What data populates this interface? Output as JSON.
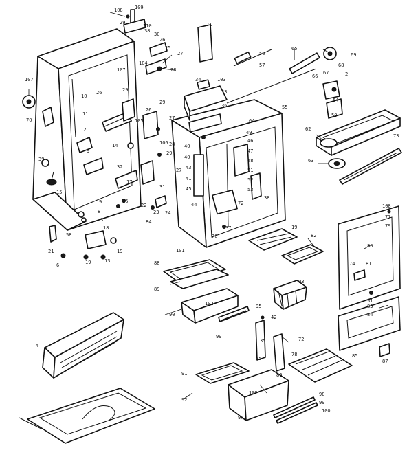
{
  "callouts": [
    {
      "id": "c108",
      "text": "108"
    },
    {
      "id": "c109",
      "text": "109"
    },
    {
      "id": "c110",
      "text": "110"
    },
    {
      "id": "c38a",
      "text": "38"
    },
    {
      "id": "c29a",
      "text": "29"
    },
    {
      "id": "c30a",
      "text": "30"
    },
    {
      "id": "c26a",
      "text": "26"
    },
    {
      "id": "c25a",
      "text": "25"
    },
    {
      "id": "c27a",
      "text": "27"
    },
    {
      "id": "c104",
      "text": "104"
    },
    {
      "id": "c28a",
      "text": "28"
    },
    {
      "id": "c71",
      "text": "71"
    },
    {
      "id": "c56",
      "text": "56"
    },
    {
      "id": "c57",
      "text": "57"
    },
    {
      "id": "c65",
      "text": "65"
    },
    {
      "id": "c68",
      "text": "68"
    },
    {
      "id": "c69",
      "text": "69"
    },
    {
      "id": "c67",
      "text": "67"
    },
    {
      "id": "c66",
      "text": "66"
    },
    {
      "id": "c2a",
      "text": "2"
    },
    {
      "id": "c107a",
      "text": "107"
    },
    {
      "id": "c70",
      "text": "70"
    },
    {
      "id": "c10",
      "text": "10"
    },
    {
      "id": "c107b",
      "text": "107"
    },
    {
      "id": "c34",
      "text": "34"
    },
    {
      "id": "c103",
      "text": "103"
    },
    {
      "id": "c33",
      "text": "33"
    },
    {
      "id": "c36",
      "text": "36"
    },
    {
      "id": "c26b",
      "text": "26"
    },
    {
      "id": "c29b",
      "text": "29"
    },
    {
      "id": "c11",
      "text": "11"
    },
    {
      "id": "c12",
      "text": "12"
    },
    {
      "id": "c9a",
      "text": "9"
    },
    {
      "id": "c14",
      "text": "14"
    },
    {
      "id": "c29c",
      "text": "29"
    },
    {
      "id": "c27b",
      "text": "27"
    },
    {
      "id": "c105",
      "text": "105"
    },
    {
      "id": "c26c",
      "text": "26"
    },
    {
      "id": "c106",
      "text": "106"
    },
    {
      "id": "c28b",
      "text": "28"
    },
    {
      "id": "c29d",
      "text": "29"
    },
    {
      "id": "c55",
      "text": "55"
    },
    {
      "id": "c54",
      "text": "54"
    },
    {
      "id": "c50",
      "text": "50"
    },
    {
      "id": "c64",
      "text": "64"
    },
    {
      "id": "c62",
      "text": "62"
    },
    {
      "id": "c63",
      "text": "63"
    },
    {
      "id": "c73",
      "text": "73"
    },
    {
      "id": "c39",
      "text": "39"
    },
    {
      "id": "c40a",
      "text": "40"
    },
    {
      "id": "c40b",
      "text": "40"
    },
    {
      "id": "c43",
      "text": "43"
    },
    {
      "id": "c49",
      "text": "49"
    },
    {
      "id": "c46",
      "text": "46"
    },
    {
      "id": "c47",
      "text": "47"
    },
    {
      "id": "c48",
      "text": "48"
    },
    {
      "id": "c51",
      "text": "51"
    },
    {
      "id": "c52",
      "text": "52"
    },
    {
      "id": "c53",
      "text": "53"
    },
    {
      "id": "c41",
      "text": "41"
    },
    {
      "id": "c45",
      "text": "45"
    },
    {
      "id": "c44",
      "text": "44"
    },
    {
      "id": "c72a",
      "text": "72"
    },
    {
      "id": "c38b",
      "text": "38"
    },
    {
      "id": "c37",
      "text": "37"
    },
    {
      "id": "c76",
      "text": "76"
    },
    {
      "id": "c15",
      "text": "15"
    },
    {
      "id": "c32",
      "text": "32"
    },
    {
      "id": "c27c",
      "text": "27"
    },
    {
      "id": "c31",
      "text": "31"
    },
    {
      "id": "c17",
      "text": "17"
    },
    {
      "id": "c16",
      "text": "16"
    },
    {
      "id": "c22",
      "text": "22"
    },
    {
      "id": "c23",
      "text": "23"
    },
    {
      "id": "c24",
      "text": "24"
    },
    {
      "id": "c9b",
      "text": "9"
    },
    {
      "id": "c8",
      "text": "8"
    },
    {
      "id": "c3",
      "text": "3"
    },
    {
      "id": "c18",
      "text": "18"
    },
    {
      "id": "c84",
      "text": "84"
    },
    {
      "id": "c101",
      "text": "101"
    },
    {
      "id": "c21",
      "text": "21"
    },
    {
      "id": "c58",
      "text": "58"
    },
    {
      "id": "c6",
      "text": "6"
    },
    {
      "id": "c19a",
      "text": "19"
    },
    {
      "id": "c19b",
      "text": "19"
    },
    {
      "id": "c13",
      "text": "13"
    },
    {
      "id": "c19c",
      "text": "19"
    },
    {
      "id": "c82a",
      "text": "82"
    },
    {
      "id": "c108b",
      "text": "108"
    },
    {
      "id": "c77",
      "text": "77"
    },
    {
      "id": "c79",
      "text": "79"
    },
    {
      "id": "c80",
      "text": "80"
    },
    {
      "id": "c88",
      "text": "88"
    },
    {
      "id": "c89",
      "text": "89"
    },
    {
      "id": "c102a",
      "text": "102"
    },
    {
      "id": "c90",
      "text": "90"
    },
    {
      "id": "c93",
      "text": "93"
    },
    {
      "id": "c74",
      "text": "74"
    },
    {
      "id": "c81",
      "text": "81"
    },
    {
      "id": "c51b",
      "text": "51"
    },
    {
      "id": "c83",
      "text": "83"
    },
    {
      "id": "c84b",
      "text": "84"
    },
    {
      "id": "c95",
      "text": "95"
    },
    {
      "id": "c42",
      "text": "42"
    },
    {
      "id": "c35",
      "text": "35"
    },
    {
      "id": "c72b",
      "text": "72"
    },
    {
      "id": "c99",
      "text": "99"
    },
    {
      "id": "c55b",
      "text": "55"
    },
    {
      "id": "c78",
      "text": "78"
    },
    {
      "id": "c4",
      "text": "4"
    },
    {
      "id": "c86",
      "text": "86"
    },
    {
      "id": "c85",
      "text": "85"
    },
    {
      "id": "c87",
      "text": "87"
    },
    {
      "id": "c91",
      "text": "91"
    },
    {
      "id": "c92",
      "text": "92"
    },
    {
      "id": "c102b",
      "text": "102"
    },
    {
      "id": "c97",
      "text": "97"
    },
    {
      "id": "c98",
      "text": "98"
    },
    {
      "id": "c99b",
      "text": "99"
    },
    {
      "id": "c100",
      "text": "100"
    }
  ]
}
